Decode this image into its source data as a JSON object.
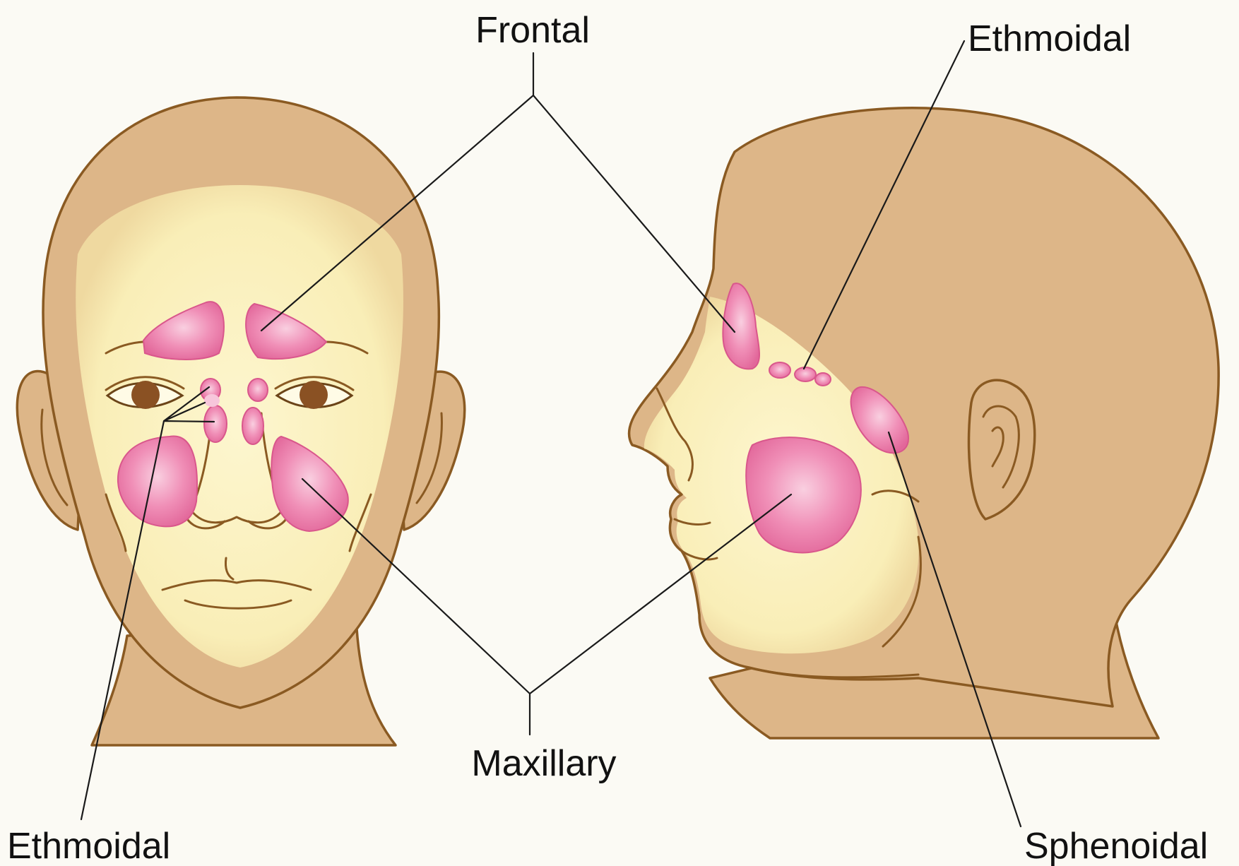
{
  "labels": {
    "frontal": "Frontal",
    "ethmoidal_top": "Ethmoidal",
    "maxillary": "Maxillary",
    "ethmoidal_bottom": "Ethmoidal",
    "sphenoidal": "Sphenoidal"
  },
  "colors": {
    "background": "#fbfaf4",
    "skin": "#ddb688",
    "face_highlight": "#fbf1bd",
    "outline": "#8a5a22",
    "sinus_fill": "#ee80ac",
    "sinus_light": "#f7c6db",
    "iris": "#8a5123"
  },
  "icons": [
    "front-head-icon",
    "side-head-icon"
  ]
}
